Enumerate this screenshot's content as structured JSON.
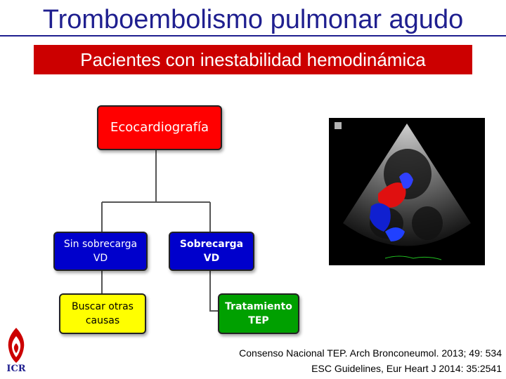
{
  "slide": {
    "title": "Tromboembolismo pulmonar agudo",
    "banner": "Pacientes con inestabilidad hemodinámica"
  },
  "flowchart": {
    "root": "Ecocardiografía",
    "left_branch": "Sin sobrecarga\nVD",
    "right_branch": "Sobrecarga\nVD",
    "left_outcome": "Buscar otras\ncausas",
    "right_outcome": "Tratamiento\nTEP"
  },
  "references": [
    "Consenso  Nacional TEP. Arch Bronconeumol. 2013; 49: 534",
    "ESC Guidelines, Eur Heart J 2014: 35:2541"
  ],
  "logo": {
    "text": "ICR",
    "icon": "heart-flame-logo-icon"
  },
  "colors": {
    "title": "#1f1f8f",
    "banner": "#cc0000",
    "root_box": "#ff0000",
    "branch_box": "#0000cc",
    "left_outcome_box": "#ffff00",
    "right_outcome_box": "#00a000"
  }
}
